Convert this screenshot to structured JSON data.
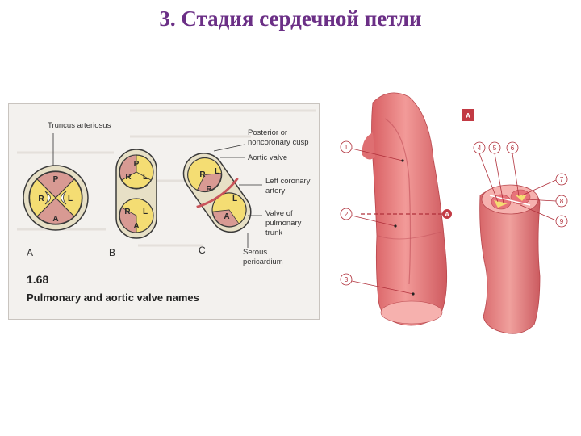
{
  "title": "3. Стадия сердечной петли",
  "left_figure": {
    "labels": {
      "truncus": "Truncus arteriosus",
      "posterior_1": "Posterior or",
      "posterior_2": "noncoronary cusp",
      "aortic_valve": "Aortic valve",
      "left_coronary_1": "Left coronary",
      "left_coronary_2": "artery",
      "valve_pulm_1": "Valve of",
      "valve_pulm_2": "pulmonary",
      "valve_pulm_3": "trunk",
      "serous_1": "Serous",
      "serous_2": "pericardium"
    },
    "cusps": {
      "p": "P",
      "r": "R",
      "l": "L",
      "a": "A"
    },
    "panels": {
      "a": "A",
      "b": "B",
      "c": "C"
    },
    "figure_number": "1.68",
    "caption": "Pulmonary and aortic valve names"
  },
  "right_figure": {
    "section_label": "A",
    "section_marker": "A",
    "callouts_left": [
      "1",
      "2",
      "3"
    ],
    "callouts_right": [
      "4",
      "5",
      "6",
      "7",
      "8",
      "9"
    ]
  },
  "colors": {
    "title": "#6b2f86",
    "tissue": "#e87a7c",
    "tissue_dark": "#c9545a",
    "callout": "#b0303b",
    "cusp_yellow": "#f4dd73",
    "cusp_pink": "#d89a93"
  }
}
